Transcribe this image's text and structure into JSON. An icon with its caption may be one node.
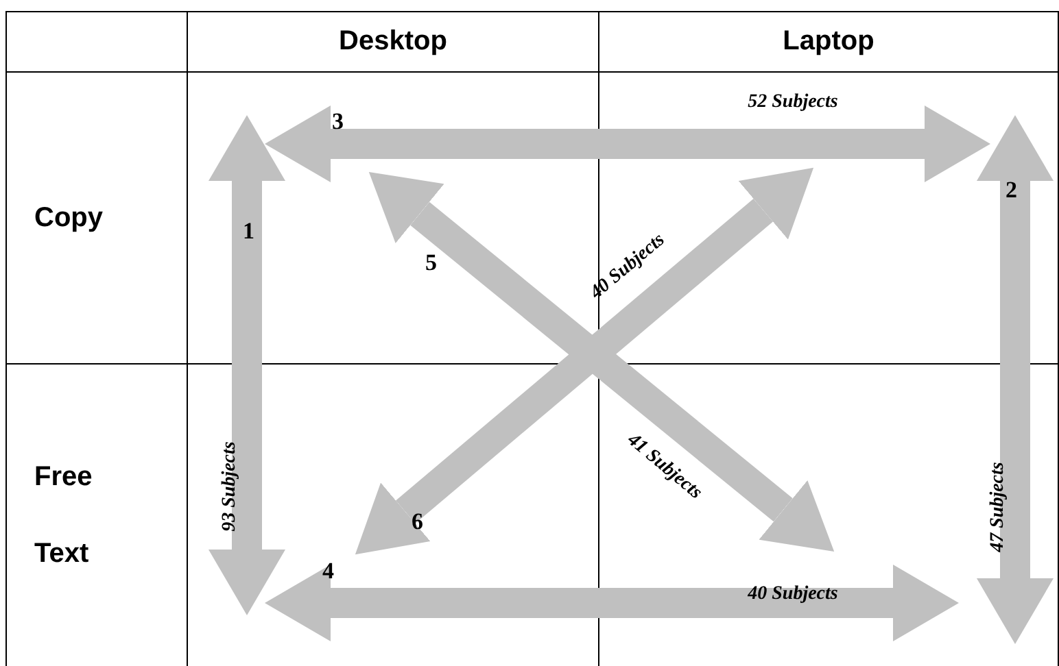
{
  "diagram": {
    "nodes": [
      {
        "text": [
          "Desktop"
        ]
      },
      {
        "text": [
          "Laptop"
        ]
      },
      {
        "text": [
          "Copy"
        ]
      },
      {
        "text": [],
        "shape": "box"
      },
      {
        "text": [],
        "shape": "box"
      },
      {
        "text": [
          "Free Text"
        ]
      },
      {
        "text": [],
        "shape": "box"
      },
      {
        "text": [],
        "shape": "box"
      }
    ],
    "edges": [
      {
        "from": 3,
        "to": 6,
        "arrow": "both",
        "label": "93 Subjects"
      },
      {
        "from": 4,
        "to": 7,
        "arrow": "both",
        "label": "47 Subjects"
      },
      {
        "from": 3,
        "to": 4,
        "arrow": "both",
        "label": "52 Subjects"
      },
      {
        "from": 6,
        "to": 7,
        "arrow": "both",
        "label": "40 Subjects"
      },
      {
        "from": 3,
        "to": 7,
        "arrow": "both",
        "label": "41 Subjects"
      },
      {
        "from": 6,
        "to": 4,
        "arrow": "both",
        "label": "40 Subjects"
      }
    ],
    "labels": [
      "3",
      "2",
      "1",
      "5",
      "6",
      "4"
    ]
  }
}
